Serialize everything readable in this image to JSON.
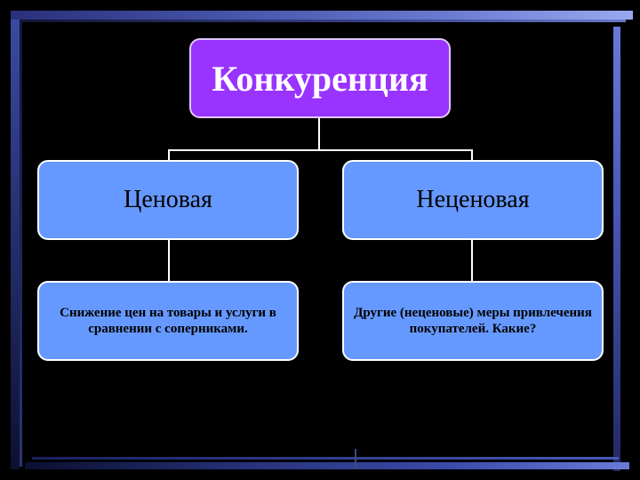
{
  "root": {
    "label": "Конкуренция"
  },
  "branches": [
    {
      "label": "Ценовая",
      "detail": "Снижение цен на товары и услуги в сравнении с соперниками."
    },
    {
      "label": "Неценовая",
      "detail": "Другие (неценовые) меры привлечения покупателей. Какие?"
    }
  ],
  "colors": {
    "root_fill": "#9933ff",
    "node_fill": "#6699ff",
    "background": "#000000",
    "connector": "#ffffff"
  }
}
